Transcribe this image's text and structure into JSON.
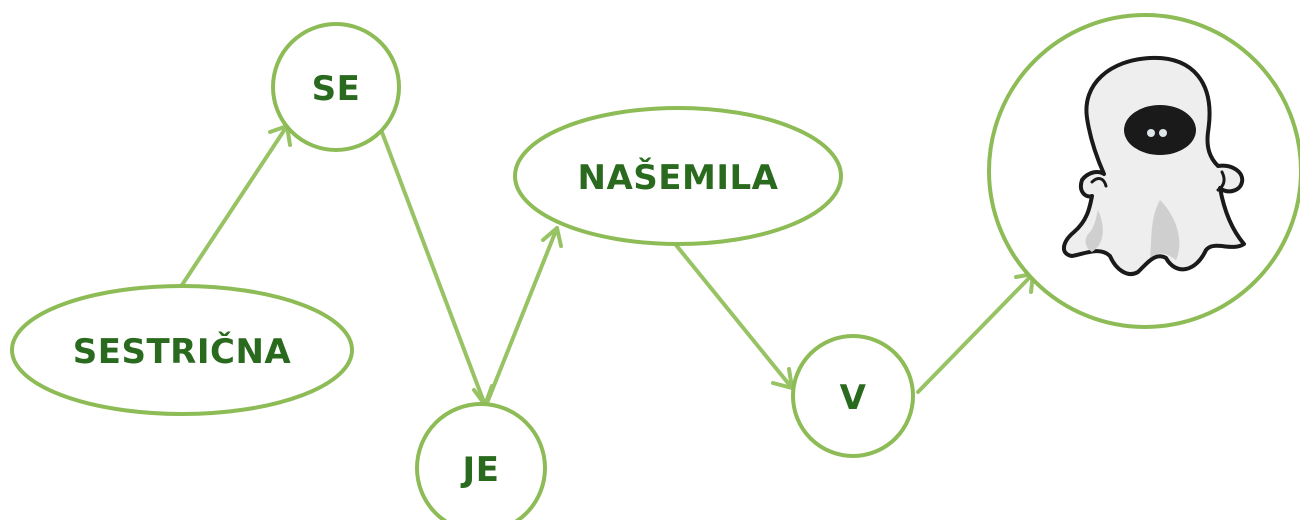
{
  "diagram": {
    "nodes": [
      {
        "id": "sestricna",
        "label": "SESTRIČNA"
      },
      {
        "id": "se",
        "label": "SE"
      },
      {
        "id": "je",
        "label": "JE"
      },
      {
        "id": "nasemila",
        "label": "NAŠEMILA"
      },
      {
        "id": "v",
        "label": "V"
      },
      {
        "id": "ghost",
        "label": "",
        "icon": "ghost-icon"
      }
    ],
    "edges": [
      {
        "from": "sestricna",
        "to": "se"
      },
      {
        "from": "se",
        "to": "je"
      },
      {
        "from": "je",
        "to": "nasemila"
      },
      {
        "from": "nasemila",
        "to": "v"
      },
      {
        "from": "v",
        "to": "ghost"
      }
    ],
    "colors": {
      "node_outline": "#8dbb56",
      "edge": "#98c365",
      "label_text": "#2a6a1e"
    }
  }
}
